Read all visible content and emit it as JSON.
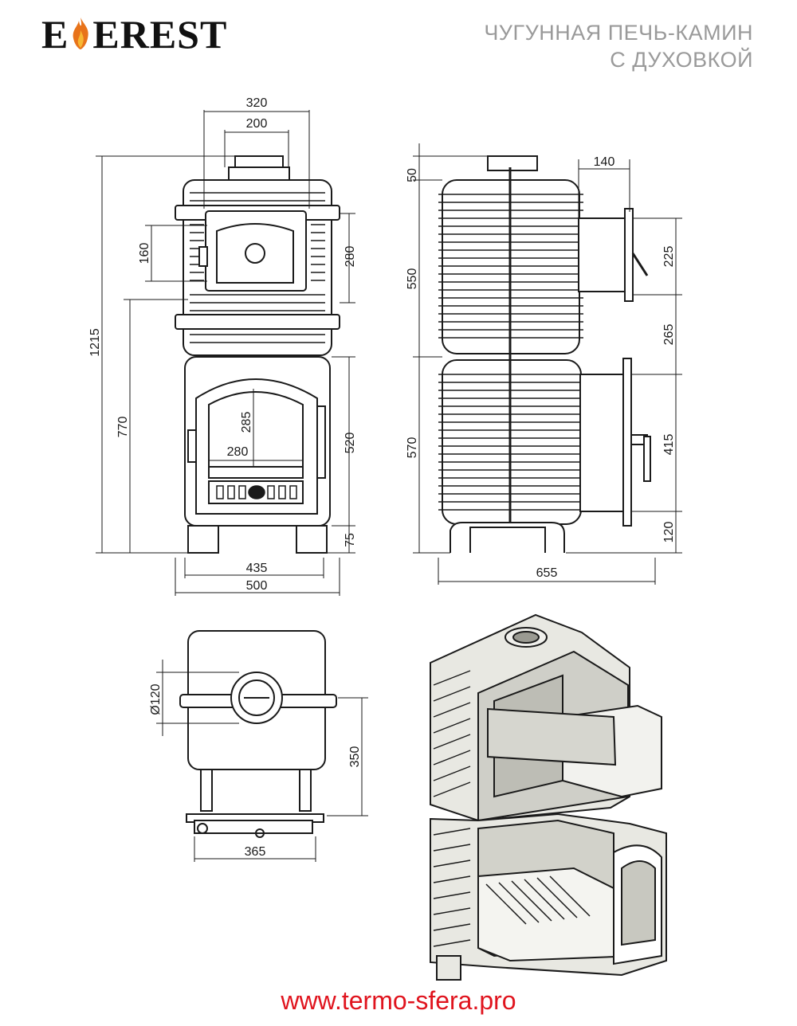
{
  "brand": {
    "logo_text": "EVEREST"
  },
  "heading": {
    "line1": "ЧУГУННАЯ ПЕЧЬ-КАМИН",
    "line2": "С ДУХОВКОЙ"
  },
  "dimensions": {
    "front": {
      "top_width": "320",
      "flue_width": "200",
      "overall_height": "1215",
      "oven_height": "160",
      "oven_band": "280",
      "firebox_height": "770",
      "glass_height": "285",
      "glass_width": "280",
      "lower_body": "520",
      "legs": "75",
      "base_width": "435",
      "overall_width": "500"
    },
    "side": {
      "collar": "50",
      "oven_depth": "140",
      "upper_body": "550",
      "oven_door": "225",
      "gap": "265",
      "lower_body": "570",
      "door_height": "415",
      "legs": "120",
      "overall_depth": "655"
    },
    "top": {
      "flue_diameter": "Ø120",
      "body_depth": "350",
      "leg_span": "365"
    }
  },
  "footer": {
    "url": "www.termo-sfera.pro"
  },
  "colors": {
    "url": "#e0141e",
    "heading": "#9a9a9a",
    "line": "#1a1a1a",
    "section_fill": "#dcdcd6"
  }
}
